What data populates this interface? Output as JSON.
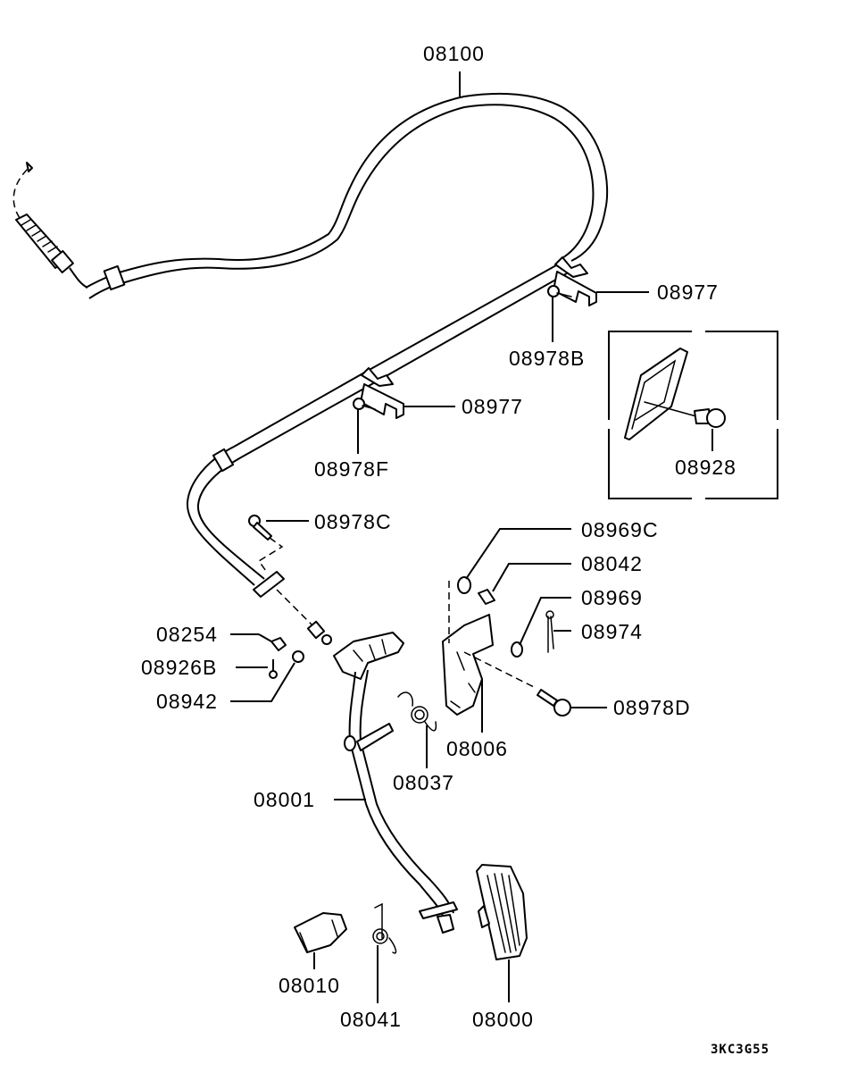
{
  "diagram": {
    "title": "Accelerator pedal & cable parts diagram",
    "drawing_code": "3KC3G55",
    "callouts": [
      {
        "id": "cable",
        "label": "08100"
      },
      {
        "id": "clamp-upper",
        "label": "08977"
      },
      {
        "id": "bolt-b",
        "label": "08978B"
      },
      {
        "id": "clamp-lower",
        "label": "08977"
      },
      {
        "id": "bolt-f",
        "label": "08978F"
      },
      {
        "id": "clip",
        "label": "08928"
      },
      {
        "id": "bolt-c",
        "label": "08978C"
      },
      {
        "id": "washer-c",
        "label": "08969C"
      },
      {
        "id": "bushing",
        "label": "08042"
      },
      {
        "id": "washer",
        "label": "08969"
      },
      {
        "id": "cotter-pin",
        "label": "08974"
      },
      {
        "id": "stopper",
        "label": "08254"
      },
      {
        "id": "bolt-926b",
        "label": "08926B"
      },
      {
        "id": "nut",
        "label": "08942"
      },
      {
        "id": "bolt-d",
        "label": "08978D"
      },
      {
        "id": "bracket",
        "label": "08006"
      },
      {
        "id": "spring",
        "label": "08037"
      },
      {
        "id": "pedal-arm",
        "label": "08001"
      },
      {
        "id": "pedal-stopper",
        "label": "08010"
      },
      {
        "id": "return-spring",
        "label": "08041"
      },
      {
        "id": "pedal-pad",
        "label": "08000"
      }
    ]
  }
}
